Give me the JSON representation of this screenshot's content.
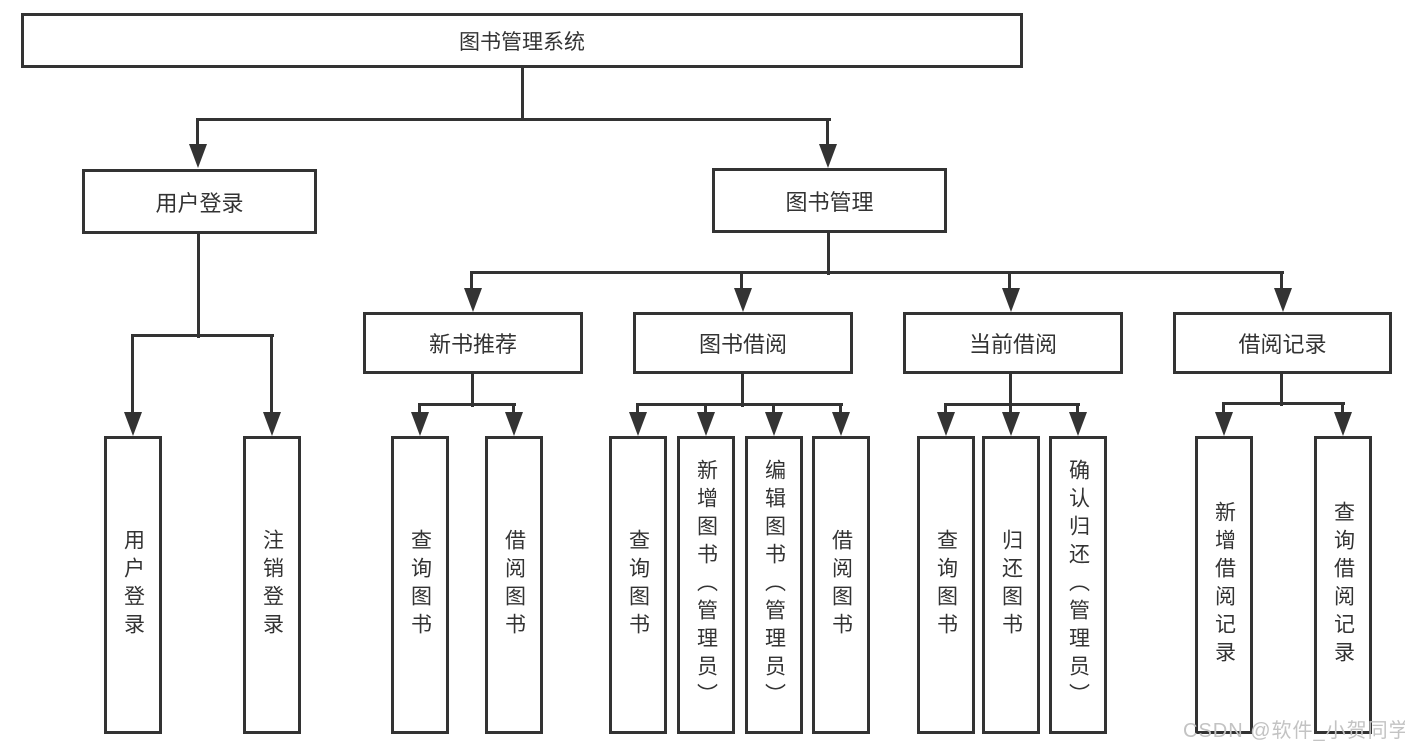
{
  "diagram": {
    "type": "tree",
    "title": "图书管理系统",
    "level2": {
      "user_login": "用户登录",
      "book_management": "图书管理"
    },
    "level3": {
      "new_book_recommend": "新书推荐",
      "book_borrow": "图书借阅",
      "current_borrow": "当前借阅",
      "borrow_records": "借阅记录"
    },
    "hierarchy": {
      "图书管理系统": {
        "用户登录": [
          "用户登录",
          "注销登录"
        ],
        "图书管理": {
          "新书推荐": [
            "查询图书",
            "借阅图书"
          ],
          "图书借阅": [
            "查询图书",
            "新增图书（管理员）",
            "编辑图书（管理员）",
            "借阅图书"
          ],
          "当前借阅": [
            "查询图书",
            "归还图书",
            "确认归还（管理员）"
          ],
          "借阅记录": [
            "新增借阅记录",
            "查询借阅记录"
          ]
        }
      }
    }
  },
  "leaves": [
    {
      "label": "用户登录",
      "parent": "用户登录"
    },
    {
      "label": "注销登录",
      "parent": "用户登录"
    },
    {
      "label": "查询图书",
      "parent": "新书推荐"
    },
    {
      "label": "借阅图书",
      "parent": "新书推荐"
    },
    {
      "label": "查询图书",
      "parent": "图书借阅"
    },
    {
      "label": "新增图书（管理员）",
      "parent": "图书借阅"
    },
    {
      "label": "编辑图书（管理员）",
      "parent": "图书借阅"
    },
    {
      "label": "借阅图书",
      "parent": "图书借阅"
    },
    {
      "label": "查询图书",
      "parent": "当前借阅"
    },
    {
      "label": "归还图书",
      "parent": "当前借阅"
    },
    {
      "label": "确认归还（管理员）",
      "parent": "当前借阅"
    },
    {
      "label": "新增借阅记录",
      "parent": "借阅记录"
    },
    {
      "label": "查询借阅记录",
      "parent": "借阅记录"
    }
  ],
  "watermark": {
    "text": "CSDN @软件_小贺同学",
    "color": "#c3c3c3"
  },
  "colors": {
    "line": "#333333",
    "text": "#333333",
    "background": "#ffffff"
  }
}
